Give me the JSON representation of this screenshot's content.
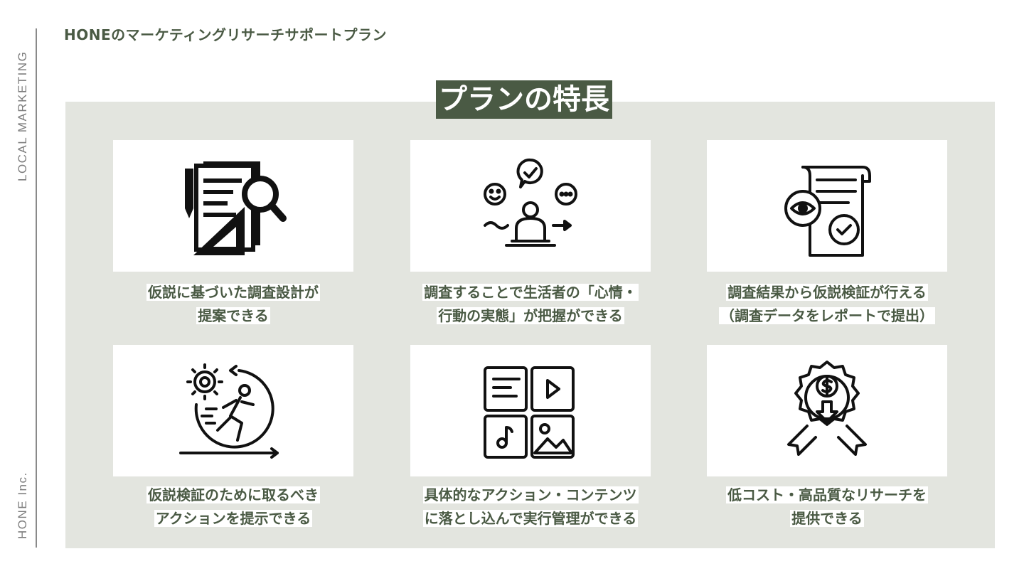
{
  "side_label_top": "LOCAL MARKETING",
  "side_label_bottom": "HONE Inc.",
  "page_title": "HONEのマーケティングリサーチサポートプラン",
  "section_heading": "プランの特長",
  "colors": {
    "accent": "#4a5a44",
    "panel": "#e3e5df",
    "card": "#ffffff",
    "icon": "#111111"
  },
  "features": [
    {
      "icon": "document-magnifier-icon",
      "line1": "仮説に基づいた調査設計が",
      "line2": "提案できる"
    },
    {
      "icon": "person-feedback-icon",
      "line1": "調査することで生活者の「心情・",
      "line2": "行動の実態」が把握ができる"
    },
    {
      "icon": "report-eye-check-icon",
      "line1": "調査結果から仮説検証が行える",
      "line2": "（調査データをレポートで提出）"
    },
    {
      "icon": "runner-gear-cycle-icon",
      "line1": "仮説検証のために取るべき",
      "line2": "アクションを提示できる"
    },
    {
      "icon": "content-tiles-icon",
      "line1": "具体的なアクション・コンテンツ",
      "line2": "に落とし込んで実行管理ができる"
    },
    {
      "icon": "dollar-award-icon",
      "line1": "低コスト・高品質なリサーチを",
      "line2": "提供できる"
    }
  ]
}
